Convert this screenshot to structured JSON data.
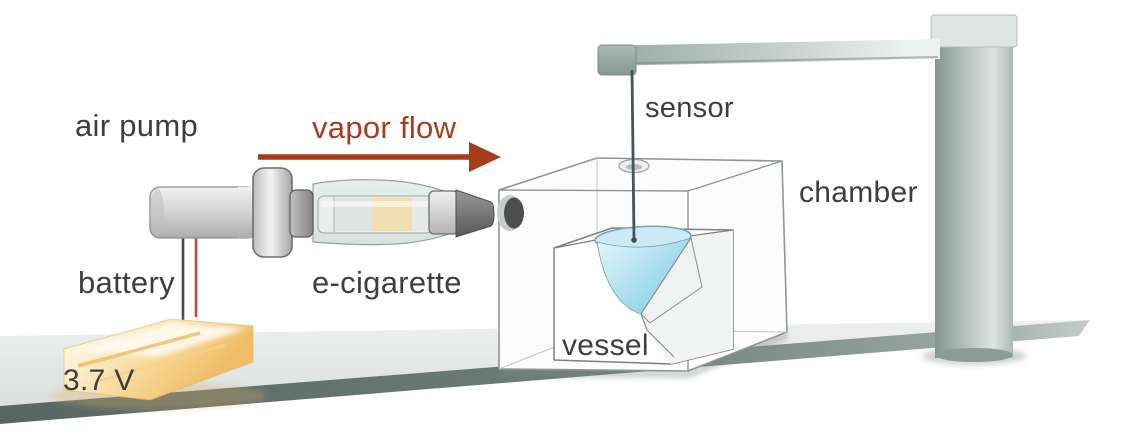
{
  "diagram": {
    "labels": {
      "air_pump": "air pump",
      "vapor_flow": "vapor flow",
      "battery": "battery",
      "battery_voltage": "3.7 V",
      "e_cigarette": "e-cigarette",
      "sensor": "sensor",
      "chamber": "chamber",
      "vessel": "vessel"
    },
    "colors": {
      "background": "#ffffff",
      "label_text": "#3e3e3e",
      "vapor_flow_accent": "#a63c1a",
      "liquid_blue": "#7fcce6",
      "battery_orange": "#f2c377",
      "table_gray": "#e6e9e7",
      "table_edge_dark": "#65746f",
      "stand_gray": "#aab8b3",
      "metal_gray": "#c9c9c9",
      "mouthpiece_gray": "#6b6b6b",
      "wire_red": "#c9473a",
      "wire_black": "#4b4b4b",
      "sensor_wire": "#46545e"
    },
    "icons": {
      "vapor_flow_arrow": "→"
    }
  }
}
